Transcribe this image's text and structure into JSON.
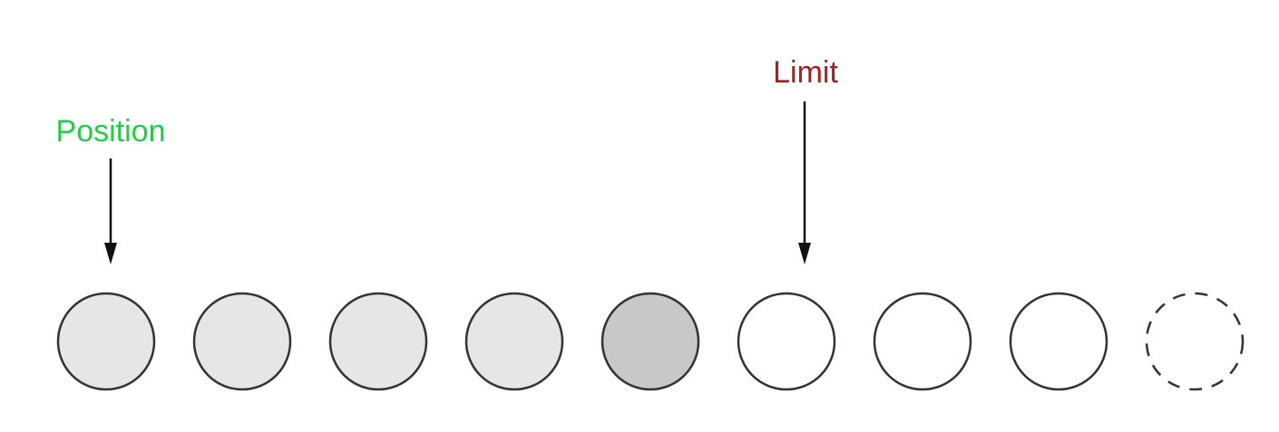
{
  "markers": {
    "position": {
      "label": "Position",
      "color": "#22cc44",
      "slot_index": 0
    },
    "limit": {
      "label": "Limit",
      "color": "#aa1e1e",
      "slot_index": 5
    }
  },
  "slots": [
    {
      "state": "filled",
      "fill": "#e6e6e6"
    },
    {
      "state": "filled",
      "fill": "#e6e6e6"
    },
    {
      "state": "filled",
      "fill": "#e6e6e6"
    },
    {
      "state": "filled",
      "fill": "#e6e6e6"
    },
    {
      "state": "filled-dark",
      "fill": "#c8c8c8"
    },
    {
      "state": "empty",
      "fill": "#ffffff"
    },
    {
      "state": "empty",
      "fill": "#ffffff"
    },
    {
      "state": "empty",
      "fill": "#ffffff"
    },
    {
      "state": "dashed",
      "fill": "#ffffff"
    }
  ],
  "colors": {
    "stroke": "#333333",
    "arrow": "#111111"
  }
}
